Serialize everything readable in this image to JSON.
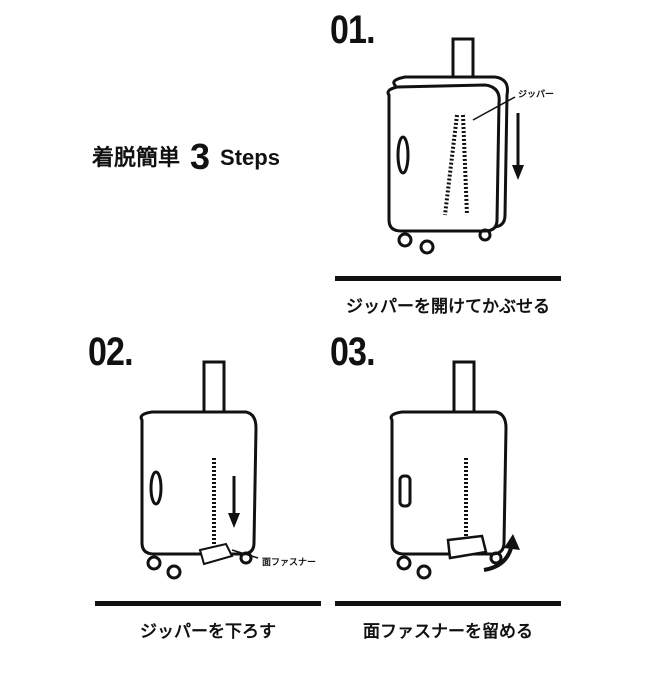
{
  "title": {
    "prefix": "着脱簡単",
    "number": "3",
    "suffix": "Steps"
  },
  "steps": [
    {
      "number": "01.",
      "caption": "ジッパーを開けてかぶせる",
      "label": "ジッパー"
    },
    {
      "number": "02.",
      "caption": "ジッパーを下ろす",
      "label": "面ファスナー"
    },
    {
      "number": "03.",
      "caption": "面ファスナーを留める"
    }
  ]
}
